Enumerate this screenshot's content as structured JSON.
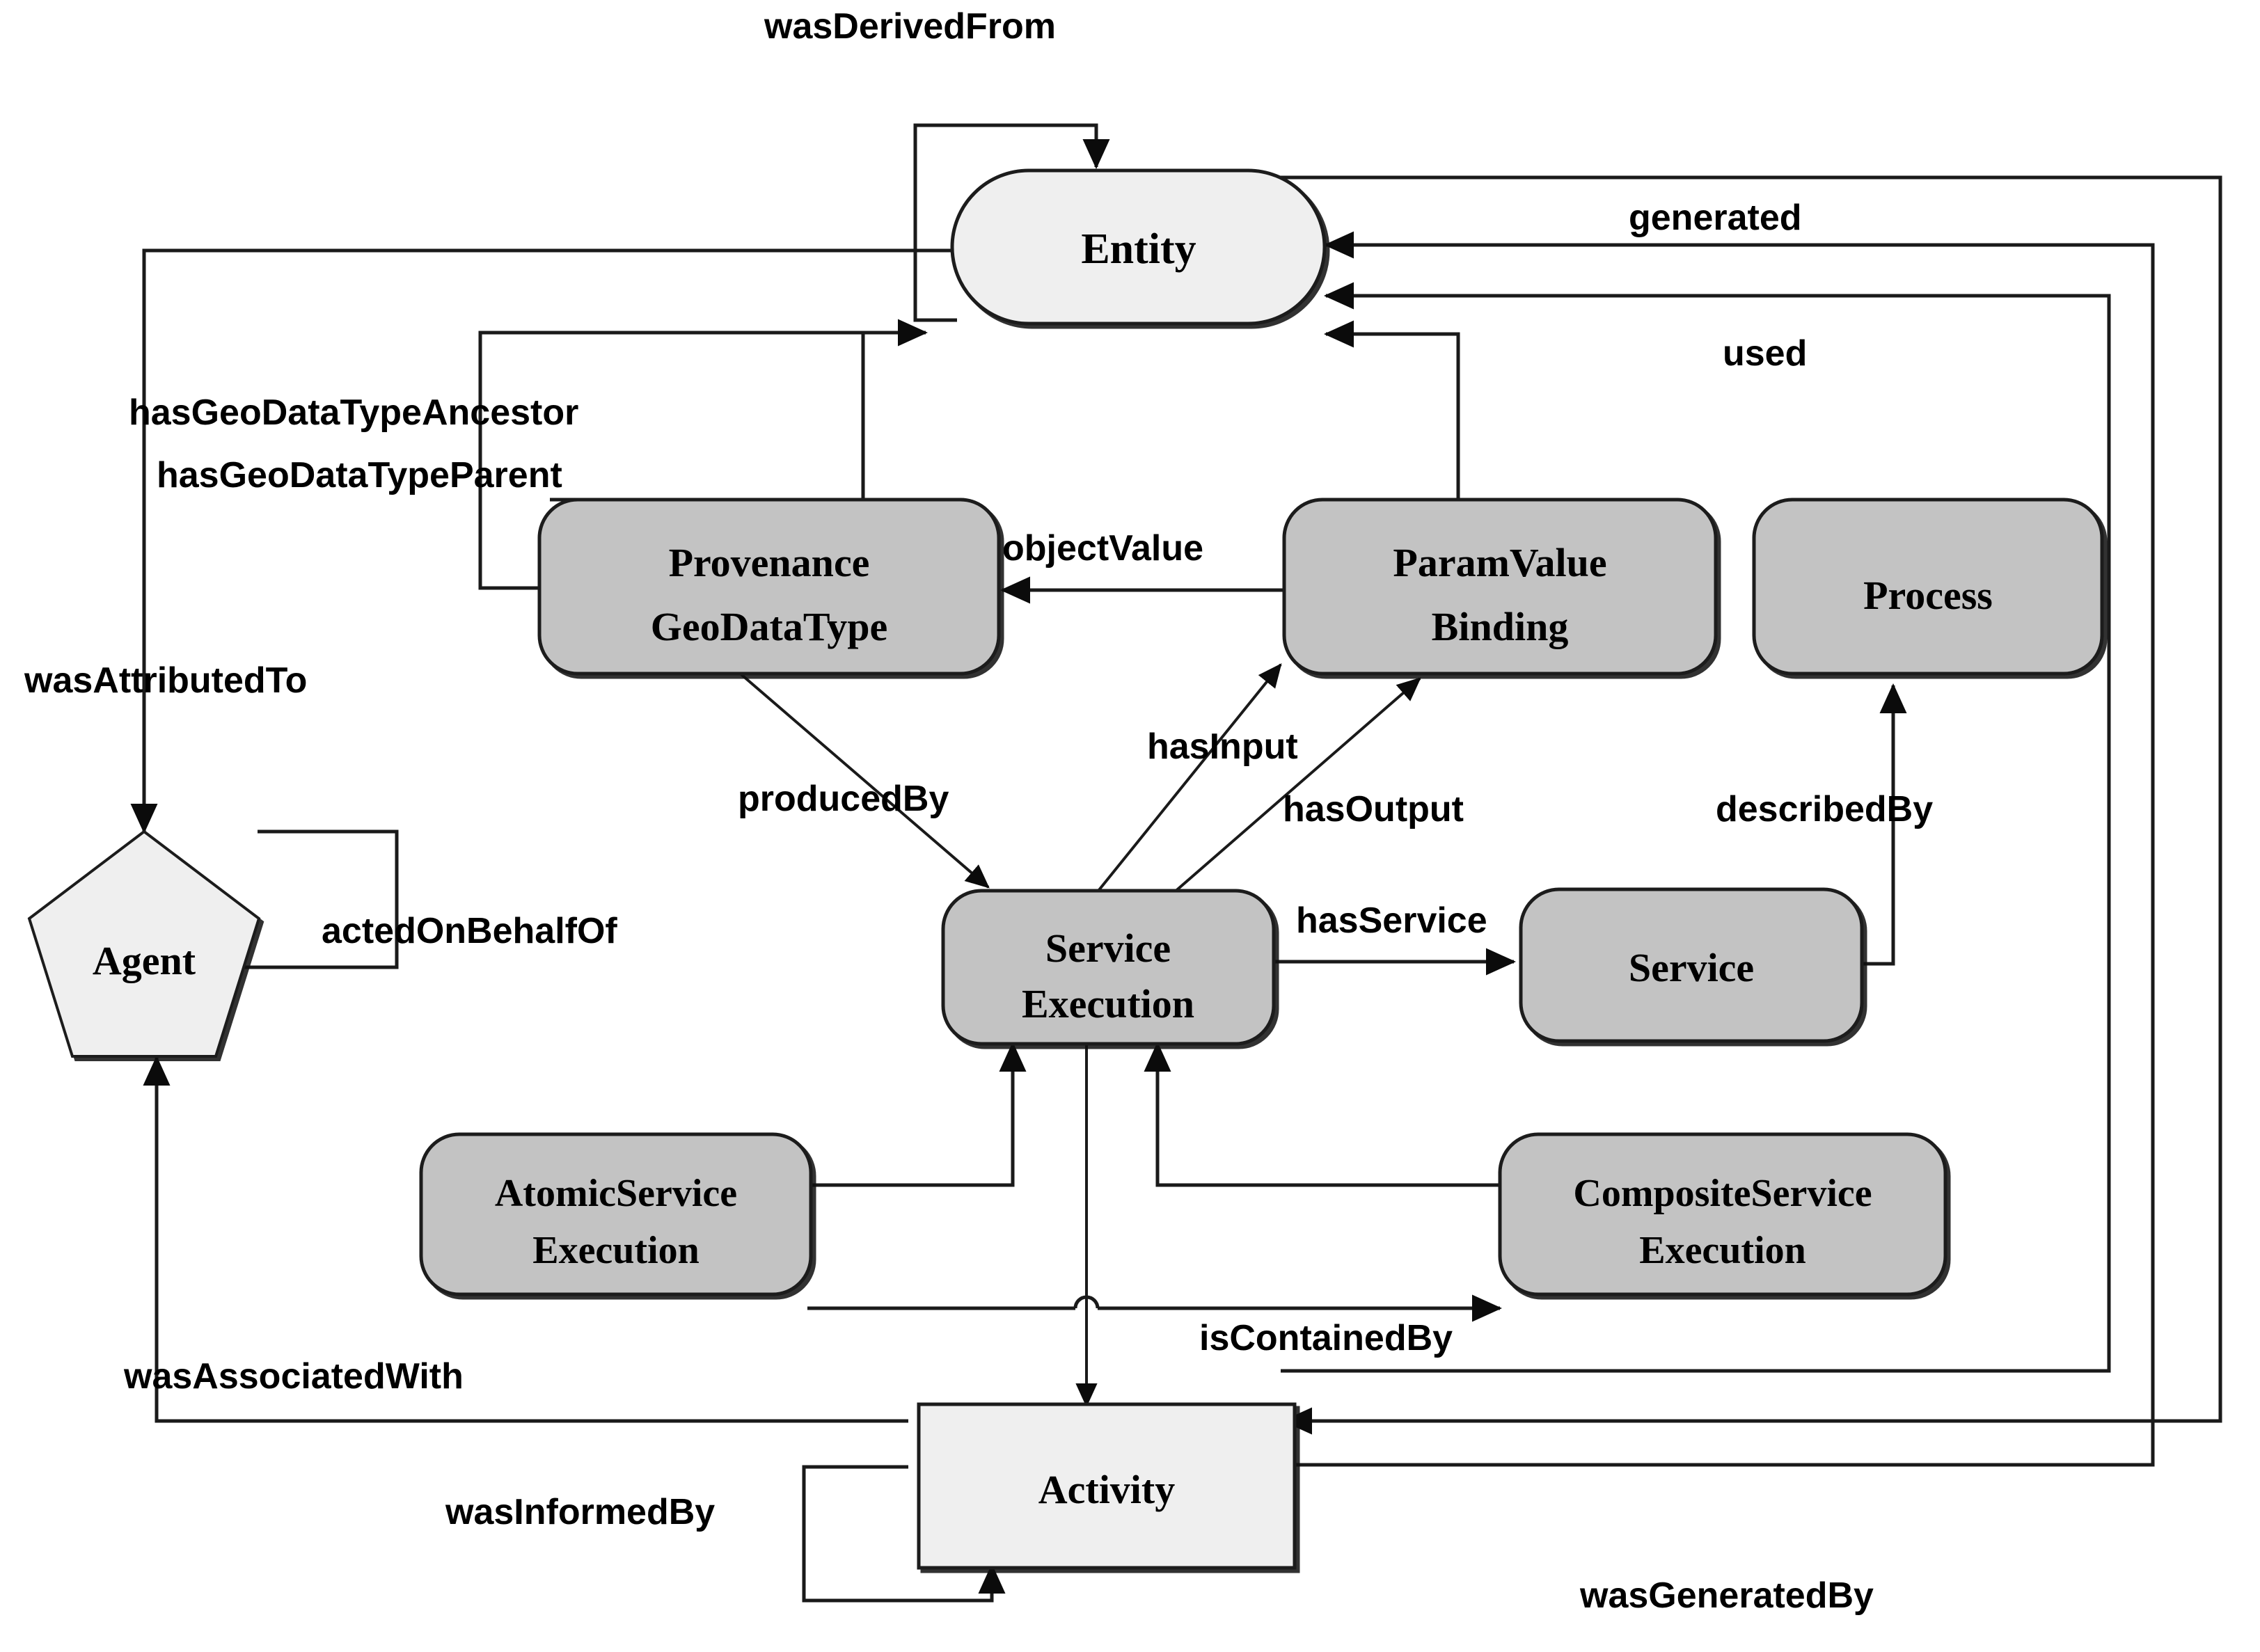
{
  "diagram": {
    "title": "Provenance ontology class diagram",
    "colors": {
      "node_light": "#EFEFEF",
      "node_gray": "#C3C3C3",
      "stroke": "#1A1A1A",
      "text": "#000000",
      "background": "#FFFFFF"
    },
    "nodes": [
      {
        "id": "entity",
        "label": "Entity",
        "shape": "rounded-pill",
        "fill": "node_light"
      },
      {
        "id": "provgeo",
        "label_line1": "Provenance",
        "label_line2": "GeoDataType",
        "shape": "rounded-rect",
        "fill": "node_gray"
      },
      {
        "id": "paramvalue",
        "label_line1": "ParamValue",
        "label_line2": "Binding",
        "shape": "rounded-rect",
        "fill": "node_gray"
      },
      {
        "id": "process",
        "label": "Process",
        "shape": "rounded-rect",
        "fill": "node_gray"
      },
      {
        "id": "agent",
        "label": "Agent",
        "shape": "pentagon",
        "fill": "node_light"
      },
      {
        "id": "svcexec",
        "label_line1": "Service",
        "label_line2": "Execution",
        "shape": "rounded-rect",
        "fill": "node_gray"
      },
      {
        "id": "service",
        "label": "Service",
        "shape": "rounded-rect",
        "fill": "node_gray"
      },
      {
        "id": "atomicexec",
        "label_line1": "AtomicService",
        "label_line2": "Execution",
        "shape": "rounded-rect",
        "fill": "node_gray"
      },
      {
        "id": "compositeexec",
        "label_line1": "CompositeService",
        "label_line2": "Execution",
        "shape": "rounded-rect",
        "fill": "node_gray"
      },
      {
        "id": "activity",
        "label": "Activity",
        "shape": "rect",
        "fill": "node_light"
      }
    ],
    "edges": [
      {
        "id": "wasDerivedFrom",
        "label": "wasDerivedFrom",
        "from": "entity",
        "to": "entity"
      },
      {
        "id": "generated",
        "label": "generated",
        "from": "activity",
        "to": "entity"
      },
      {
        "id": "used",
        "label": "used",
        "from": "activity",
        "to": "entity"
      },
      {
        "id": "hasGeoDataTypeAncestor",
        "label": "hasGeoDataTypeAncestor",
        "from": "provgeo",
        "to": "entity"
      },
      {
        "id": "hasGeoDataTypeParent",
        "label": "hasGeoDataTypeParent",
        "from": "provgeo",
        "to": "entity"
      },
      {
        "id": "wasAttributedTo",
        "label": "wasAttributedTo",
        "from": "entity",
        "to": "agent"
      },
      {
        "id": "objectValue",
        "label": "objectValue",
        "from": "paramvalue",
        "to": "provgeo"
      },
      {
        "id": "producedBy",
        "label": "producedBy",
        "from": "provgeo",
        "to": "svcexec"
      },
      {
        "id": "hasInput",
        "label": "hasInput",
        "from": "svcexec",
        "to": "paramvalue"
      },
      {
        "id": "hasOutput",
        "label": "hasOutput",
        "from": "svcexec",
        "to": "paramvalue"
      },
      {
        "id": "describedBy",
        "label": "describedBy",
        "from": "service",
        "to": "process"
      },
      {
        "id": "hasService",
        "label": "hasService",
        "from": "svcexec",
        "to": "service"
      },
      {
        "id": "actedOnBehalfOf",
        "label": "actedOnBehalfOf",
        "from": "agent",
        "to": "agent"
      },
      {
        "id": "isContainedBy",
        "label": "isContainedBy",
        "from": "atomicexec",
        "to": "compositeexec"
      },
      {
        "id": "wasAssociatedWith",
        "label": "wasAssociatedWith",
        "from": "activity",
        "to": "agent"
      },
      {
        "id": "wasInformedBy",
        "label": "wasInformedBy",
        "from": "activity",
        "to": "activity"
      },
      {
        "id": "wasGeneratedBy",
        "label": "wasGeneratedBy",
        "from": "entity",
        "to": "activity"
      }
    ]
  }
}
